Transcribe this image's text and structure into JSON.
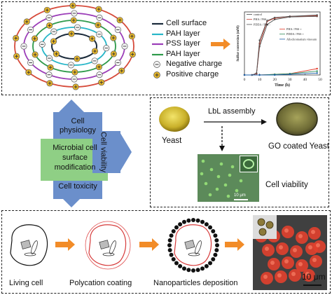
{
  "legend": {
    "items": [
      {
        "label": "Cell surface",
        "color": "#1a2a3a"
      },
      {
        "label": "PAH layer",
        "color": "#27b6c8"
      },
      {
        "label": "PSS layer",
        "color": "#9b3db8"
      },
      {
        "label": "PAH layer",
        "color": "#2e9a4a"
      },
      {
        "label": "Negative charge",
        "symbol": "minus"
      },
      {
        "label": "Positive charge",
        "symbol": "plus"
      }
    ]
  },
  "ellipse_colors": {
    "outer": "#d64a3a",
    "pss": "#9b3db8",
    "pah2": "#2e9a4a",
    "pah1": "#27b6c8",
    "cell": "#1a2a3a"
  },
  "chart_data": {
    "type": "line",
    "xlabel": "Time (h)",
    "ylabel": "Sulfur conversion (mM)",
    "xticks": [
      "0",
      "10",
      "20",
      "30",
      "40",
      "50"
    ],
    "xlim": [
      0,
      50
    ],
    "ylim": [
      0,
      1
    ],
    "legend": [
      "control",
      "PHA / PSS -",
      "PDDA / PSS -",
      "PHA / PSS +",
      "PDDA / PSS +",
      "Allochromatium vinosum"
    ],
    "series": [
      {
        "name": "control",
        "color": "#444444",
        "x": [
          0,
          5,
          8,
          10,
          15,
          20,
          30,
          48
        ],
        "y": [
          0.0,
          0.0,
          0.02,
          0.45,
          0.8,
          0.88,
          0.92,
          0.93
        ]
      },
      {
        "name": "PHA / PSS -",
        "color": "#c0392b",
        "x": [
          0,
          5,
          8,
          10,
          15,
          20,
          30,
          48
        ],
        "y": [
          0.0,
          0.0,
          0.02,
          0.5,
          0.85,
          0.9,
          0.93,
          0.94
        ]
      },
      {
        "name": "PDDA / PSS -",
        "color": "#555555",
        "x": [
          0,
          5,
          8,
          10,
          15,
          20,
          30,
          48
        ],
        "y": [
          0.0,
          0.0,
          0.03,
          0.55,
          0.86,
          0.91,
          0.93,
          0.95
        ]
      },
      {
        "name": "PHA / PSS +",
        "color": "#e23a2a",
        "x": [
          0,
          10,
          20,
          30,
          48
        ],
        "y": [
          0.0,
          0.0,
          0.01,
          0.02,
          0.1
        ]
      },
      {
        "name": "PDDA / PSS +",
        "color": "#2e8b57",
        "x": [
          0,
          10,
          20,
          30,
          48
        ],
        "y": [
          0.0,
          0.0,
          0.01,
          0.02,
          0.06
        ]
      },
      {
        "name": "Allochromatium vinosum",
        "color": "#1b5fa8",
        "x": [
          0,
          10,
          20,
          30,
          48
        ],
        "y": [
          0.0,
          0.0,
          0.0,
          0.01,
          0.03
        ]
      }
    ]
  },
  "cross": {
    "top": "Cell physiology",
    "center": "Microbial cell surface modification",
    "bottom": "Cell toxicity",
    "right": "Cell viability"
  },
  "yeast": {
    "lbl_label": "LbL assembly",
    "yeast_label": "Yeast",
    "coated_label": "GO coated Yeast",
    "viability_label": "Cell viability",
    "scale": "10 μm"
  },
  "process": {
    "steps": [
      "Living cell",
      "Polycation coating",
      "Nanoparticles deposition"
    ],
    "scale": "10 μm"
  }
}
